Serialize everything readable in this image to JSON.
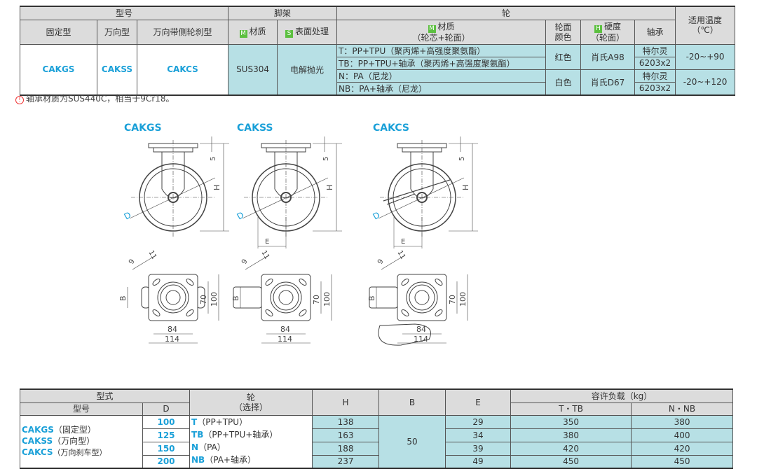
{
  "spec_table": {
    "h_model": "型号",
    "h_bracket": "脚架",
    "h_wheel": "轮",
    "h_temp": "适用温度",
    "h_temp_unit": "（℃）",
    "h_fixed": "固定型",
    "h_swivel": "万向型",
    "h_brake": "万向带侧轮刹型",
    "tag_m": "M",
    "tag_s": "S",
    "tag_h": "H",
    "h_material": "材质",
    "h_surface": "表面处理",
    "h_wheel_material": "材质",
    "h_wheel_material_sub": "（轮芯+轮面）",
    "h_color": "轮面",
    "h_color2": "颜色",
    "h_hardness": "硬度",
    "h_hardness_sub": "（轮面）",
    "h_bearing": "轴承",
    "fixed": "CAKGS",
    "swivel": "CAKSS",
    "brake": "CAKCS",
    "material": "SUS304",
    "surface": "电解抛光",
    "wheels": [
      "T：PP+TPU（聚丙烯+高强度聚氨酯）",
      "TB：PP+TPU+轴承（聚丙烯+高强度聚氨酯）",
      "N：PA（尼龙）",
      "NB：PA+轴承（尼龙）"
    ],
    "color_red": "红色",
    "color_white": "白色",
    "hard_a": "肖氏A98",
    "hard_d": "肖氏D67",
    "bearing_a": "特尔灵",
    "bearing_b": "6203x2",
    "temp_1": "-20~+90",
    "temp_2": "-20~+120"
  },
  "note": "轴承材质为SUS440C，相当于9Cr18。",
  "drawings": [
    {
      "title": "CAKGS"
    },
    {
      "title": "CAKSS"
    },
    {
      "title": "CAKCS"
    }
  ],
  "dims": {
    "d": "D",
    "h": "H",
    "e": "E",
    "b": "B",
    "five": "5",
    "nine": "9",
    "eleven": "11",
    "seventy": "70",
    "hundred": "100",
    "eighty_four": "84",
    "one_fourteen": "114"
  },
  "size_table": {
    "h_type": "型式",
    "h_model": "型号",
    "h_d": "D",
    "h_wheel": "轮",
    "h_wheel_sub": "（选择）",
    "h_h": "H",
    "h_b": "B",
    "h_e": "E",
    "h_load": "容许负载（kg）",
    "h_t_tb": "T・TB",
    "h_n_nb": "N・NB",
    "models": [
      {
        "code": "CAKGS",
        "desc": "（固定型）"
      },
      {
        "code": "CAKSS",
        "desc": "（万向型）"
      },
      {
        "code": "CAKCS",
        "desc": "（万向刹车型）"
      }
    ],
    "wheel_options": [
      {
        "code": "T",
        "desc": "（PP+TPU）"
      },
      {
        "code": "TB",
        "desc": "（PP+TPU+轴承）"
      },
      {
        "code": "N",
        "desc": "（PA）"
      },
      {
        "code": "NB",
        "desc": "（PA+轴承）"
      }
    ],
    "b_value": "50",
    "rows": [
      {
        "d": "100",
        "h": "138",
        "e": "29",
        "t_tb": "350",
        "n_nb": "380"
      },
      {
        "d": "125",
        "h": "163",
        "e": "34",
        "t_tb": "380",
        "n_nb": "400"
      },
      {
        "d": "150",
        "h": "188",
        "e": "39",
        "t_tb": "420",
        "n_nb": "420"
      },
      {
        "d": "200",
        "h": "237",
        "e": "49",
        "t_tb": "450",
        "n_nb": "450"
      }
    ]
  }
}
